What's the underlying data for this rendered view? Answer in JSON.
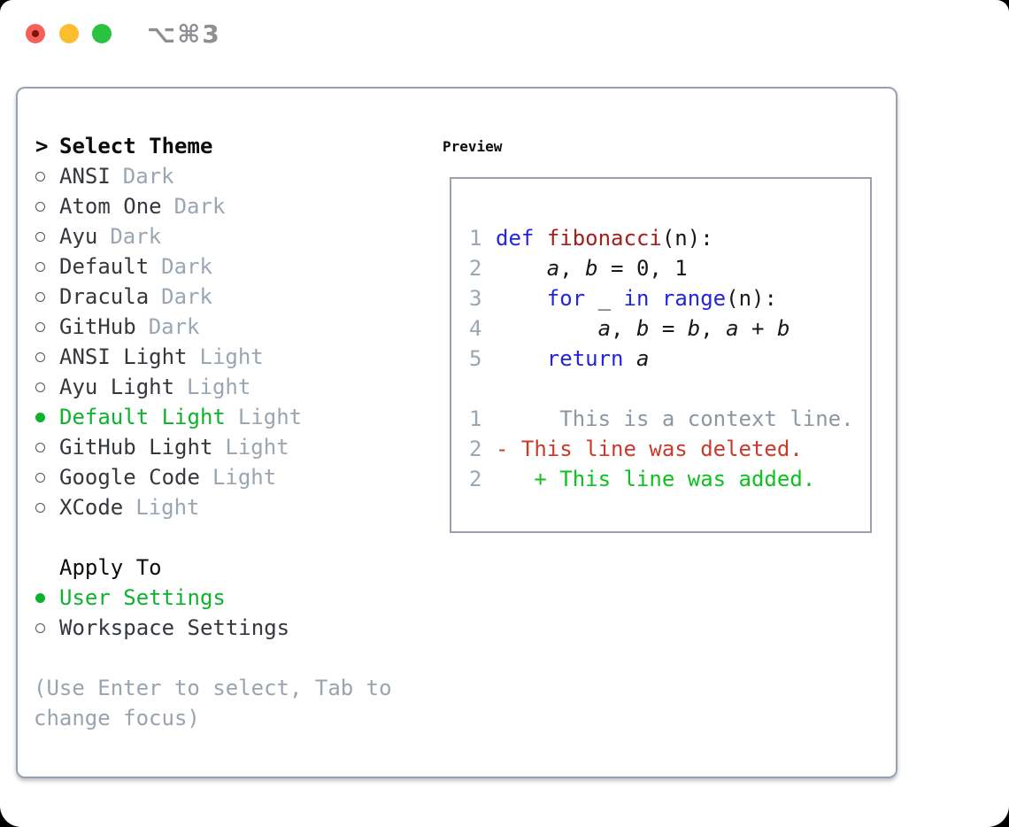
{
  "window": {
    "titlebar": {
      "title": "⌥⌘3",
      "buttons": [
        {
          "name": "close"
        },
        {
          "name": "minimize"
        },
        {
          "name": "zoom"
        }
      ]
    }
  },
  "colors": {
    "border": "#98a2ae",
    "text_heading": "#0b0b0c",
    "text_primary": "#34383d",
    "muted": "#9aa6b2",
    "help": "#99a4b0",
    "selection_green": "#0db32c",
    "added_green": "#0cc21e",
    "deleted_red": "#cb392b",
    "keyword_blue": "#2125de",
    "function_red": "#a32019",
    "context_gray": "#8c97a2",
    "line_number": "#9aa6b2",
    "traffic_red": "#f4605a",
    "traffic_red_dot": "#7e150d",
    "traffic_yellow": "#fcbd2f",
    "traffic_green": "#2bc23f",
    "title_gray": "#8e8e93"
  },
  "theme_panel": {
    "header": {
      "marker": ">",
      "label": "Select Theme"
    },
    "items": [
      {
        "name": "ANSI",
        "variant": "Dark",
        "selected": false
      },
      {
        "name": "Atom One",
        "variant": "Dark",
        "selected": false
      },
      {
        "name": "Ayu",
        "variant": "Dark",
        "selected": false
      },
      {
        "name": "Default",
        "variant": "Dark",
        "selected": false
      },
      {
        "name": "Dracula",
        "variant": "Dark",
        "selected": false
      },
      {
        "name": "GitHub",
        "variant": "Dark",
        "selected": false
      },
      {
        "name": "ANSI Light",
        "variant": "Light",
        "selected": false
      },
      {
        "name": "Ayu Light",
        "variant": "Light",
        "selected": false
      },
      {
        "name": "Default Light",
        "variant": "Light",
        "selected": true
      },
      {
        "name": "GitHub Light",
        "variant": "Light",
        "selected": false
      },
      {
        "name": "Google Code",
        "variant": "Light",
        "selected": false
      },
      {
        "name": "XCode",
        "variant": "Light",
        "selected": false
      }
    ],
    "apply_to": {
      "label": "Apply To",
      "options": [
        {
          "label": "User Settings",
          "selected": true
        },
        {
          "label": "Workspace Settings",
          "selected": false
        }
      ]
    },
    "help_text": "(Use Enter to select, Tab to change focus)"
  },
  "preview": {
    "title": "Preview",
    "code_lines": [
      {
        "num": "1",
        "segments": [
          [
            "keyword",
            "def"
          ],
          [
            "plain",
            " "
          ],
          [
            "function",
            "fibonacci"
          ],
          [
            "plain",
            "(n):"
          ]
        ]
      },
      {
        "num": "2",
        "segments": [
          [
            "plain",
            "    "
          ],
          [
            "variable",
            "a"
          ],
          [
            "plain",
            ", "
          ],
          [
            "variable",
            "b"
          ],
          [
            "plain",
            " = 0, 1"
          ]
        ]
      },
      {
        "num": "3",
        "segments": [
          [
            "plain",
            "    "
          ],
          [
            "keyword",
            "for"
          ],
          [
            "plain",
            " _ "
          ],
          [
            "keyword",
            "in"
          ],
          [
            "plain",
            " "
          ],
          [
            "keyword",
            "range"
          ],
          [
            "plain",
            "(n):"
          ]
        ]
      },
      {
        "num": "4",
        "segments": [
          [
            "plain",
            "        "
          ],
          [
            "variable",
            "a"
          ],
          [
            "plain",
            ", "
          ],
          [
            "variable",
            "b"
          ],
          [
            "plain",
            " = "
          ],
          [
            "variable",
            "b"
          ],
          [
            "plain",
            ", "
          ],
          [
            "variable",
            "a"
          ],
          [
            "plain",
            " + "
          ],
          [
            "variable",
            "b"
          ]
        ]
      },
      {
        "num": "5",
        "segments": [
          [
            "plain",
            "    "
          ],
          [
            "keyword",
            "return"
          ],
          [
            "plain",
            " "
          ],
          [
            "variable",
            "a"
          ]
        ]
      }
    ],
    "diff_lines": [
      {
        "num": "1",
        "type": "context",
        "text": "     This is a context line."
      },
      {
        "num": "2",
        "type": "deleted",
        "text": "- This line was deleted."
      },
      {
        "num": "2",
        "type": "added",
        "text": "   + This line was added."
      }
    ]
  }
}
